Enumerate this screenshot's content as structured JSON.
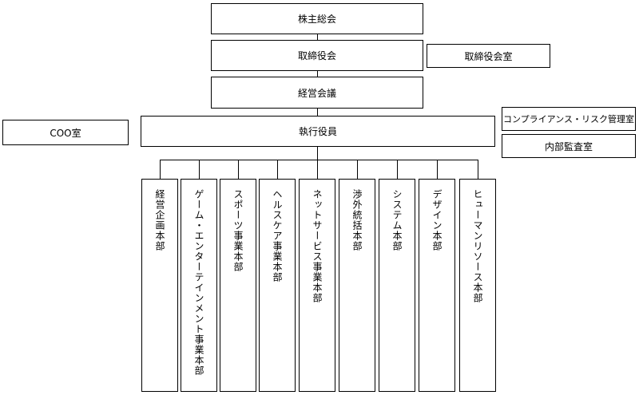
{
  "org_chart": {
    "shareholders_meeting": "株主総会",
    "board_of_directors": "取締役会",
    "board_office": "取締役会室",
    "management_meeting": "経営会議",
    "executive_officers": "執行役員",
    "coo_office": "COO室",
    "compliance_office": "コンプライアンス・リスク管理室",
    "internal_audit": "内部監査室",
    "divisions": [
      "経営企画本部",
      "ゲーム・エンターテインメント事業本部",
      "スポーツ事業本部",
      "ヘルスケア事業本部",
      "ネットサービス事業本部",
      "渉外統括本部",
      "システム本部",
      "デザイン本部",
      "ヒューマンリソース本部"
    ]
  }
}
